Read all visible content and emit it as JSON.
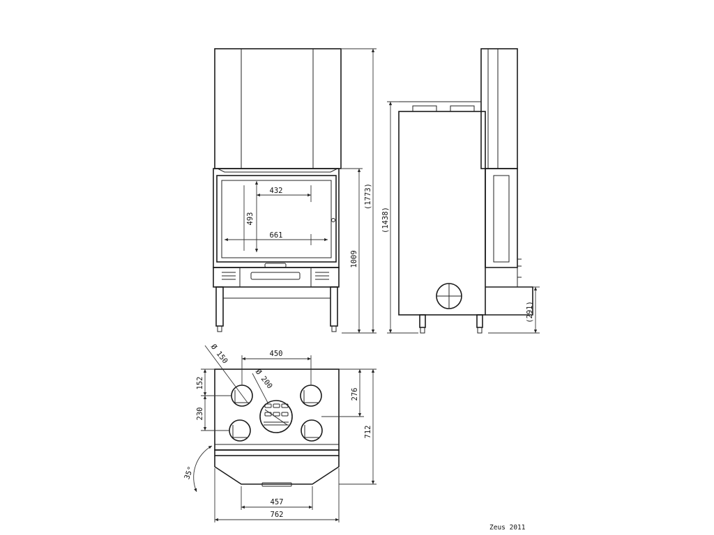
{
  "front_view": {
    "inner_width_top": "432",
    "inner_height": "493",
    "inner_width_bottom": "661",
    "body_height": "1009",
    "total_height": "(1773)"
  },
  "side_view": {
    "height": "(1438)",
    "base_height": "(291)"
  },
  "top_view": {
    "flue_diameter": "Ø 150",
    "centre_diameter": "Ø 200",
    "flue_spacing": "450",
    "front_offset": "152",
    "rear_offset": "230",
    "back_offset": "276",
    "depth": "712",
    "angle": "35°",
    "front_width": "457",
    "total_width": "762"
  },
  "caption": "Zeus 2011"
}
